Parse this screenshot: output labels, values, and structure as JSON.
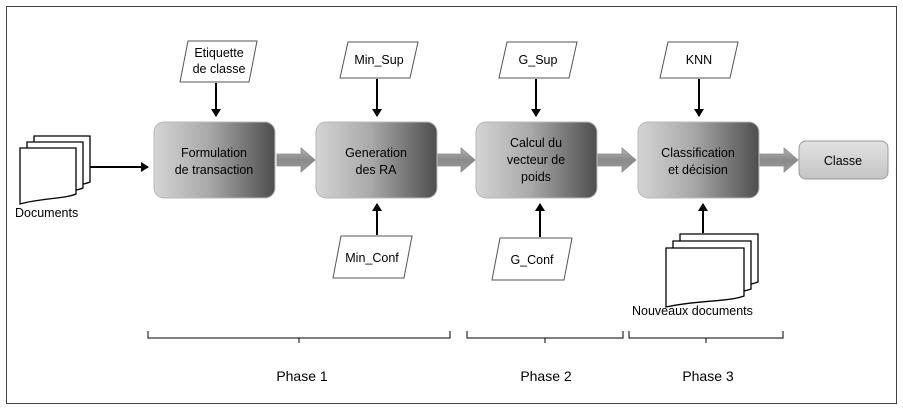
{
  "inputs": {
    "documents": "Documents",
    "etiquette_line1": "Etiquette",
    "etiquette_line2": "de classe",
    "min_sup": "Min_Sup",
    "min_conf": "Min_Conf",
    "g_sup": "G_Sup",
    "g_conf": "G_Conf",
    "knn": "KNN",
    "nouveaux_documents": "Nouveaux documents"
  },
  "steps": {
    "formulation_line1": "Formulation",
    "formulation_line2": "de transaction",
    "generation_line1": "Generation",
    "generation_line2": "des RA",
    "calcul_line1": "Calcul du",
    "calcul_line2": "vecteur de",
    "calcul_line3": "poids",
    "classification_line1": "Classification",
    "classification_line2": "et décision"
  },
  "output": {
    "classe": "Classe"
  },
  "phases": {
    "phase1": "Phase 1",
    "phase2": "Phase 2",
    "phase3": "Phase 3"
  }
}
